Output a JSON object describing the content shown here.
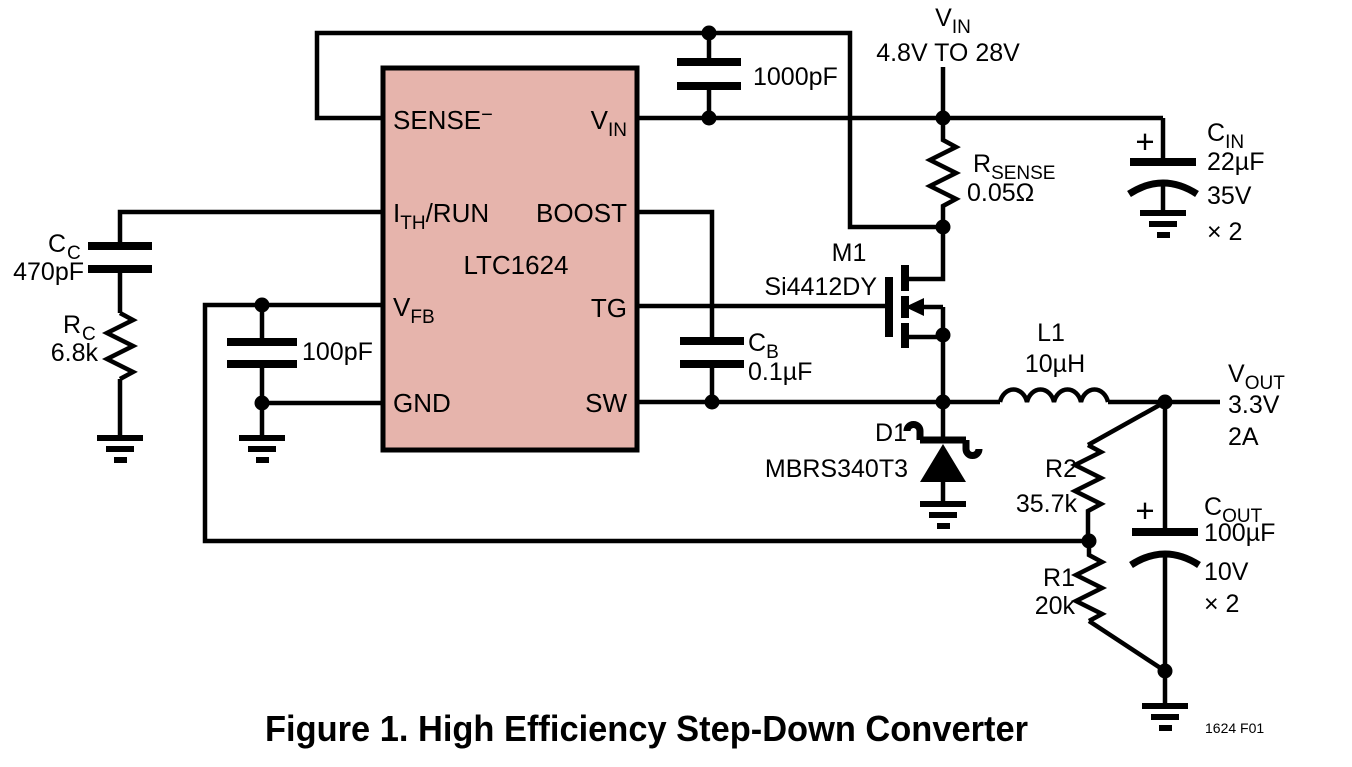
{
  "figure": {
    "caption": "Figure 1. High Efficiency Step-Down Converter",
    "ref": "1624 F01"
  },
  "ic": {
    "part": "LTC1624",
    "pins": {
      "sense_minus": {
        "main": "SENSE",
        "sup": "−"
      },
      "ith_run": {
        "pre": "I",
        "sub": "TH",
        "post": "/RUN"
      },
      "vfb": {
        "pre": "V",
        "sub": "FB"
      },
      "gnd": {
        "label": "GND"
      },
      "vin": {
        "pre": "V",
        "sub": "IN"
      },
      "boost": {
        "label": "BOOST"
      },
      "tg": {
        "label": "TG"
      },
      "sw": {
        "label": "SW"
      }
    }
  },
  "components": {
    "vin_supply": {
      "pre": "V",
      "sub": "IN",
      "range": "4.8V TO 28V"
    },
    "c_filter": {
      "value": "1000pF"
    },
    "r_sense": {
      "pre": "R",
      "sub": "SENSE",
      "value": "0.05Ω"
    },
    "m1": {
      "ref": "M1",
      "part": "Si4412DY"
    },
    "c_b": {
      "pre": "C",
      "sub": "B",
      "value": "0.1µF"
    },
    "c_in": {
      "pre": "C",
      "sub": "IN",
      "value": "22µF",
      "rating": "35V",
      "qty": "× 2",
      "polarity": "+"
    },
    "l1": {
      "ref": "L1",
      "value": "10µH"
    },
    "v_out": {
      "pre": "V",
      "sub": "OUT",
      "volts": "3.3V",
      "amps": "2A"
    },
    "d1": {
      "ref": "D1",
      "part": "MBRS340T3"
    },
    "r2": {
      "ref": "R2",
      "value": "35.7k"
    },
    "r1": {
      "ref": "R1",
      "value": "20k"
    },
    "c_out": {
      "pre": "C",
      "sub": "OUT",
      "value": "100µF",
      "rating": "10V",
      "qty": "× 2",
      "polarity": "+"
    },
    "c_c": {
      "pre": "C",
      "sub": "C",
      "value": "470pF"
    },
    "r_c": {
      "pre": "R",
      "sub": "C",
      "value": "6.8k"
    },
    "c_fb": {
      "value": "100pF"
    }
  },
  "colors": {
    "ic_fill": "#e6b4ac",
    "line": "#000000",
    "background": "#ffffff"
  }
}
